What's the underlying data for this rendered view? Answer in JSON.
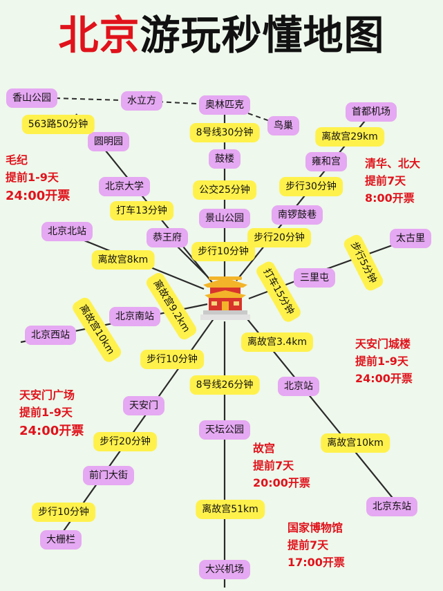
{
  "title": {
    "part1": "北京",
    "part2": "游玩秒懂地图"
  },
  "places": {
    "xiangshan": "香山公园",
    "shuilifang": "水立方",
    "aolinpike": "奥林匹克",
    "niaochao": "鸟巢",
    "shoudu": "首都机场",
    "yuanmingyuan": "圆明园",
    "gulou": "鼓楼",
    "yonghegong": "雍和宫",
    "beida": "北京大学",
    "jingshan": "景山公园",
    "nanluoguxiang": "南锣鼓巷",
    "beijingbei": "北京北站",
    "gongwangfu": "恭王府",
    "taiguli": "太古里",
    "sanlitun": "三里屯",
    "beijingnan": "北京南站",
    "beijingxi": "北京西站",
    "beijingzhan": "北京站",
    "tiananmen": "天安门",
    "tiantan": "天坛公园",
    "qianmen": "前门大街",
    "dongzhan": "北京东站",
    "dashilan": "大栅栏",
    "daxing": "大兴机场"
  },
  "routes": {
    "r563": "563路50分钟",
    "line8_30": "8号线30分钟",
    "palace29": "离故宫29km",
    "bus25": "公交25分钟",
    "walk30": "步行30分钟",
    "taxi13": "打车13分钟",
    "walk20_a": "步行20分钟",
    "walk10_a": "步行10分钟",
    "walk5": "步行5分钟",
    "palace8": "离故宫8km",
    "taxi15": "打车15分钟",
    "palace92": "离故宫9.2km",
    "palace10_rot": "离故宫10km",
    "palace34": "离故宫3.4km",
    "walk10_b": "步行10分钟",
    "line8_26": "8号线26分钟",
    "walk20_b": "步行20分钟",
    "palace10": "离故宫10km",
    "walk10_c": "步行10分钟",
    "palace51": "离故宫51km"
  },
  "notes": {
    "maoji": [
      "毛纪",
      "提前1-9天",
      "24:00开票"
    ],
    "tsinghua": [
      "清华、北大",
      "提前7天",
      "8:00开票"
    ],
    "chenglou": [
      "天安门城楼",
      "提前1-9天",
      "24:00开票"
    ],
    "guangchang": [
      "天安门广场",
      "提前1-9天",
      "24:00开票"
    ],
    "gugong": [
      "故宫",
      "提前7天",
      "20:00开票"
    ],
    "bowuguan": [
      "国家博物馆",
      "提前7天",
      "17:00开票"
    ]
  },
  "icons": {
    "center": "forbidden-city-icon"
  },
  "colors": {
    "place": "#e5a8f2",
    "route": "#fff14c",
    "note": "#e0121b",
    "title_red": "#e0121b"
  }
}
